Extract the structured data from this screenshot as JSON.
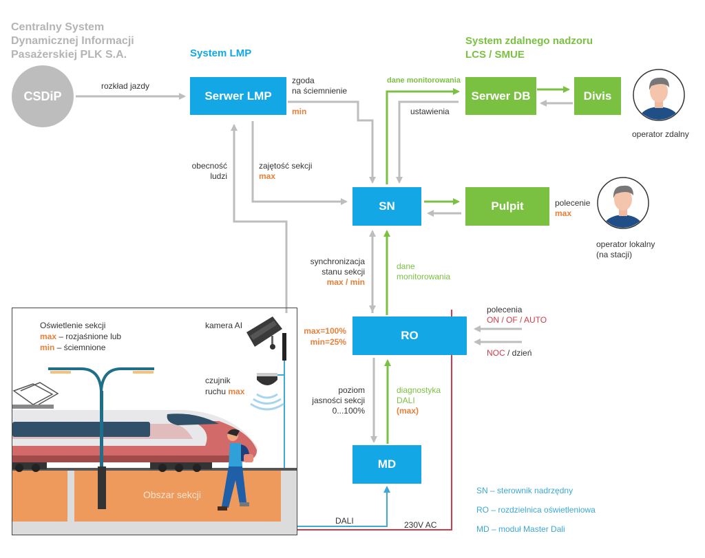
{
  "titles": {
    "csdip_system": [
      "Centralny System",
      "Dynamicznej Informacji",
      "Pasażerskiej PLK S.A."
    ],
    "lmp_system": "System LMP",
    "remote_system": [
      "System zdalnego nadzoru",
      "LCS / SMUE"
    ]
  },
  "nodes": {
    "csdip": "CSDiP",
    "serwer_lmp": "Serwer LMP",
    "serwer_db": "Serwer DB",
    "divis": "Divis",
    "sn": "SN",
    "pulpit": "Pulpit",
    "ro": "RO",
    "md": "MD"
  },
  "edges": {
    "rozklad": "rozkład jazdy",
    "zgoda_1": "zgoda",
    "zgoda_2": "na ściemnienie",
    "zgoda_value": "min",
    "dane_mon_top": "dane monitorowania",
    "ustawienia": "ustawienia",
    "obecnosc_1": "obecność",
    "obecnosc_2": "ludzi",
    "zajetosc": "zajętość sekcji",
    "zajetosc_value": "max",
    "polecenie": "polecenie",
    "polecenie_value": "max",
    "sync_1": "synchronizacja",
    "sync_2": "stanu sekcji",
    "sync_value": "max / min",
    "dane_mon_1": "dane",
    "dane_mon_2": "monitorowania",
    "ro_max": "max=100%",
    "ro_min": "min=25%",
    "polecenia": "polecenia",
    "polecenia_value": "ON / OF / AUTO",
    "noc": "NOC",
    "dzien": " / dzień",
    "poziom_1": "poziom",
    "poziom_2": "jasności sekcji",
    "poziom_3": "0...100%",
    "diag_1": "diagnostyka",
    "diag_2": "DALI",
    "diag_value": "(max)",
    "dali": "DALI",
    "ac": "230V AC"
  },
  "operators": {
    "remote": "operator zdalny",
    "local_1": "operator lokalny",
    "local_2": "(na stacji)"
  },
  "scene": {
    "lighting_title": "Oświetlenie sekcji",
    "max_word": "max",
    "max_desc": " – rozjaśnione lub",
    "min_word": "min",
    "min_desc": " – ściemnione",
    "camera": "kamera AI",
    "sensor_1": "czujnik",
    "sensor_2": "ruchu ",
    "sensor_value": "max",
    "area": "Obszar sekcji"
  },
  "legend": [
    "SN – sterownik nadrzędny",
    "RO – rozdzielnica oświetleniowa",
    "MD – moduł Master Dali"
  ],
  "colors": {
    "blue_box": "#13a7e6",
    "green_box": "#7ac142",
    "orange": "#e8803a",
    "red": "#d23a4a",
    "gray_arrow": "#bdbdbd"
  }
}
